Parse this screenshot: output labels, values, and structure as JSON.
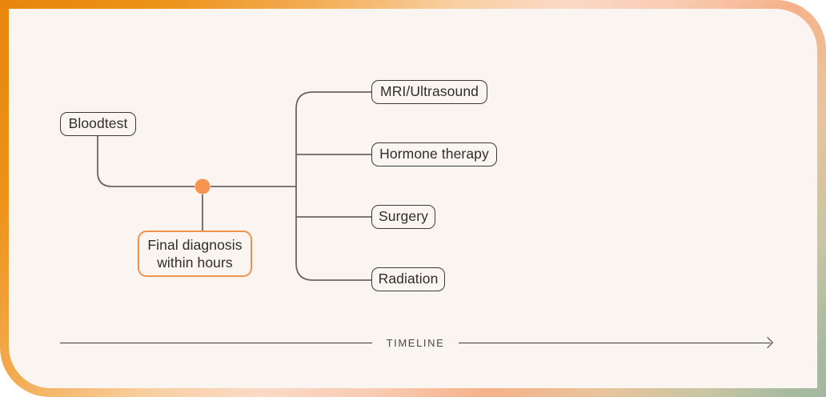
{
  "frame": {
    "gradient_start": "#e8860c",
    "gradient_mid": "#fbd9c6",
    "gradient_end": "#a3b89e",
    "canvas_background": "#faf5f0"
  },
  "diagram": {
    "type": "timeline-branch-tree",
    "connector_color": "#6b6663",
    "junction_dot_color": "#f8944f",
    "nodes": [
      {
        "id": "bloodtest",
        "label": "Bloodtest",
        "style": "outline",
        "border_color": "#3c3a38"
      },
      {
        "id": "final",
        "label": "Final diagnosis within hours",
        "line1": "Final diagnosis",
        "line2": "within hours",
        "style": "accent",
        "border_color": "#f0934a"
      },
      {
        "id": "mri",
        "label": "MRI/Ultrasound",
        "style": "outline",
        "border_color": "#3c3a38"
      },
      {
        "id": "hormone",
        "label": "Hormone therapy",
        "style": "outline",
        "border_color": "#3c3a38"
      },
      {
        "id": "surgery",
        "label": "Surgery",
        "style": "outline",
        "border_color": "#3c3a38"
      },
      {
        "id": "radiation",
        "label": "Radiation",
        "style": "outline",
        "border_color": "#3c3a38"
      }
    ]
  },
  "timeline": {
    "label": "TIMELINE",
    "direction": "left-to-right",
    "arrow": "right-arrow-icon",
    "line_color": "#3c3a38"
  }
}
